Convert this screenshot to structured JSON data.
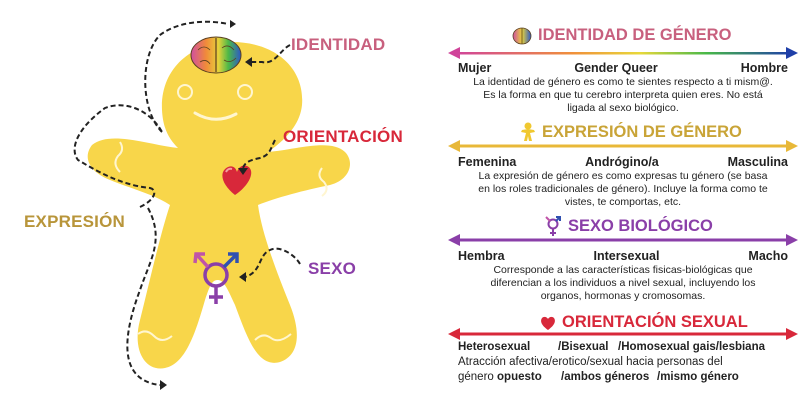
{
  "figure": {
    "labels": {
      "identidad": "IDENTIDAD",
      "orientacion": "ORIENTACIÓN",
      "expresion": "EXPRESIÓN",
      "sexo": "SEXO"
    },
    "colors": {
      "body": "#f8d64a",
      "identidad": "#c8607e",
      "orientacion": "#d8283a",
      "expresion": "#b8953a",
      "sexo": "#8a3fa8"
    }
  },
  "sections": [
    {
      "title": "IDENTIDAD DE GÉNERO",
      "icon": "brain-icon",
      "color": "#c8607e",
      "poles": [
        "Mujer",
        "Gender Queer",
        "Hombre"
      ],
      "description": [
        "La identidad de género es como te sientes respecto a ti mism@.",
        "Es la forma en que tu cerebro interpreta quien eres. No está",
        "ligada al sexo biológico."
      ]
    },
    {
      "title": "EXPRESIÓN DE GÉNERO",
      "icon": "gingerbread-person-icon",
      "color": "#c9a437",
      "poles": [
        "Femenina",
        "Andrógino/a",
        "Masculina"
      ],
      "description": [
        "La expresión de género es como expresas tu género (se basa",
        "en los roles tradicionales de género). Incluye la forma como te",
        "vistes, te comportas, etc."
      ]
    },
    {
      "title": "SEXO BIOLÓGICO",
      "icon": "transgender-symbol-icon",
      "color": "#8a3fa8",
      "poles": [
        "Hembra",
        "Intersexual",
        "Macho"
      ],
      "description": [
        "Corresponde a las características fisicas-biológicas que",
        "diferencian a los individuos a nivel sexual, incluyendo los",
        "organos, hormonas y cromosomas."
      ]
    },
    {
      "title": "ORIENTACIÓN SEXUAL",
      "icon": "heart-icon",
      "color": "#d8283a",
      "poles": [
        "Heterosexual",
        "/Bisexual",
        "/Homosexual gais/lesbiana"
      ],
      "description_line1": "Atracción afectiva/erotico/sexual hacia personas del",
      "description_line2": {
        "prefix": "género ",
        "parts": [
          "opuesto",
          "/ambos géneros",
          "/mismo género"
        ]
      }
    }
  ]
}
